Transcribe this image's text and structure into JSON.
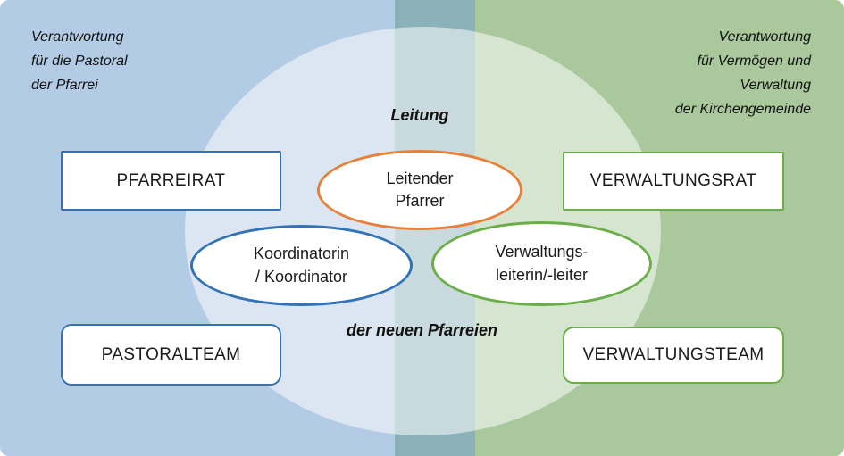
{
  "notes": {
    "left": [
      "Verantwortung",
      "für die Pastoral",
      "der Pfarrei"
    ],
    "right": [
      "Verantwortung",
      "für Vermögen und",
      "Verwaltung",
      "der Kirchengemeinde"
    ]
  },
  "center": {
    "top_label": "Leitung",
    "bottom_label": "der neuen Pfarreien"
  },
  "boxes": {
    "pfarreirat": "PFARREIRAT",
    "verwaltungsrat": "VERWALTUNGSRAT",
    "pastoralteam": "PASTORALTEAM",
    "verwaltungsteam": "VERWALTUNGSTEAM"
  },
  "ellipses": {
    "leitender_pfarrer": {
      "lines": [
        "Leitender",
        "Pfarrer"
      ]
    },
    "koordinator": {
      "lines": [
        "Koordinatorin",
        "/ Koordinator"
      ]
    },
    "verwaltungsleiter": {
      "lines": [
        "Verwaltungs-",
        "leiterin/-leiter"
      ]
    }
  },
  "colors": {
    "pastoral_area": "#b3cbe4",
    "verwaltung_area": "#a9c89c",
    "overlap_band": "#8cb2b9",
    "center_ellipse_fill": "rgba(255,255,255,0.52)",
    "blue_border": "#3273b8",
    "green_border": "#6aae48",
    "orange_border": "#e8803a",
    "text": "#1a1a1a"
  }
}
